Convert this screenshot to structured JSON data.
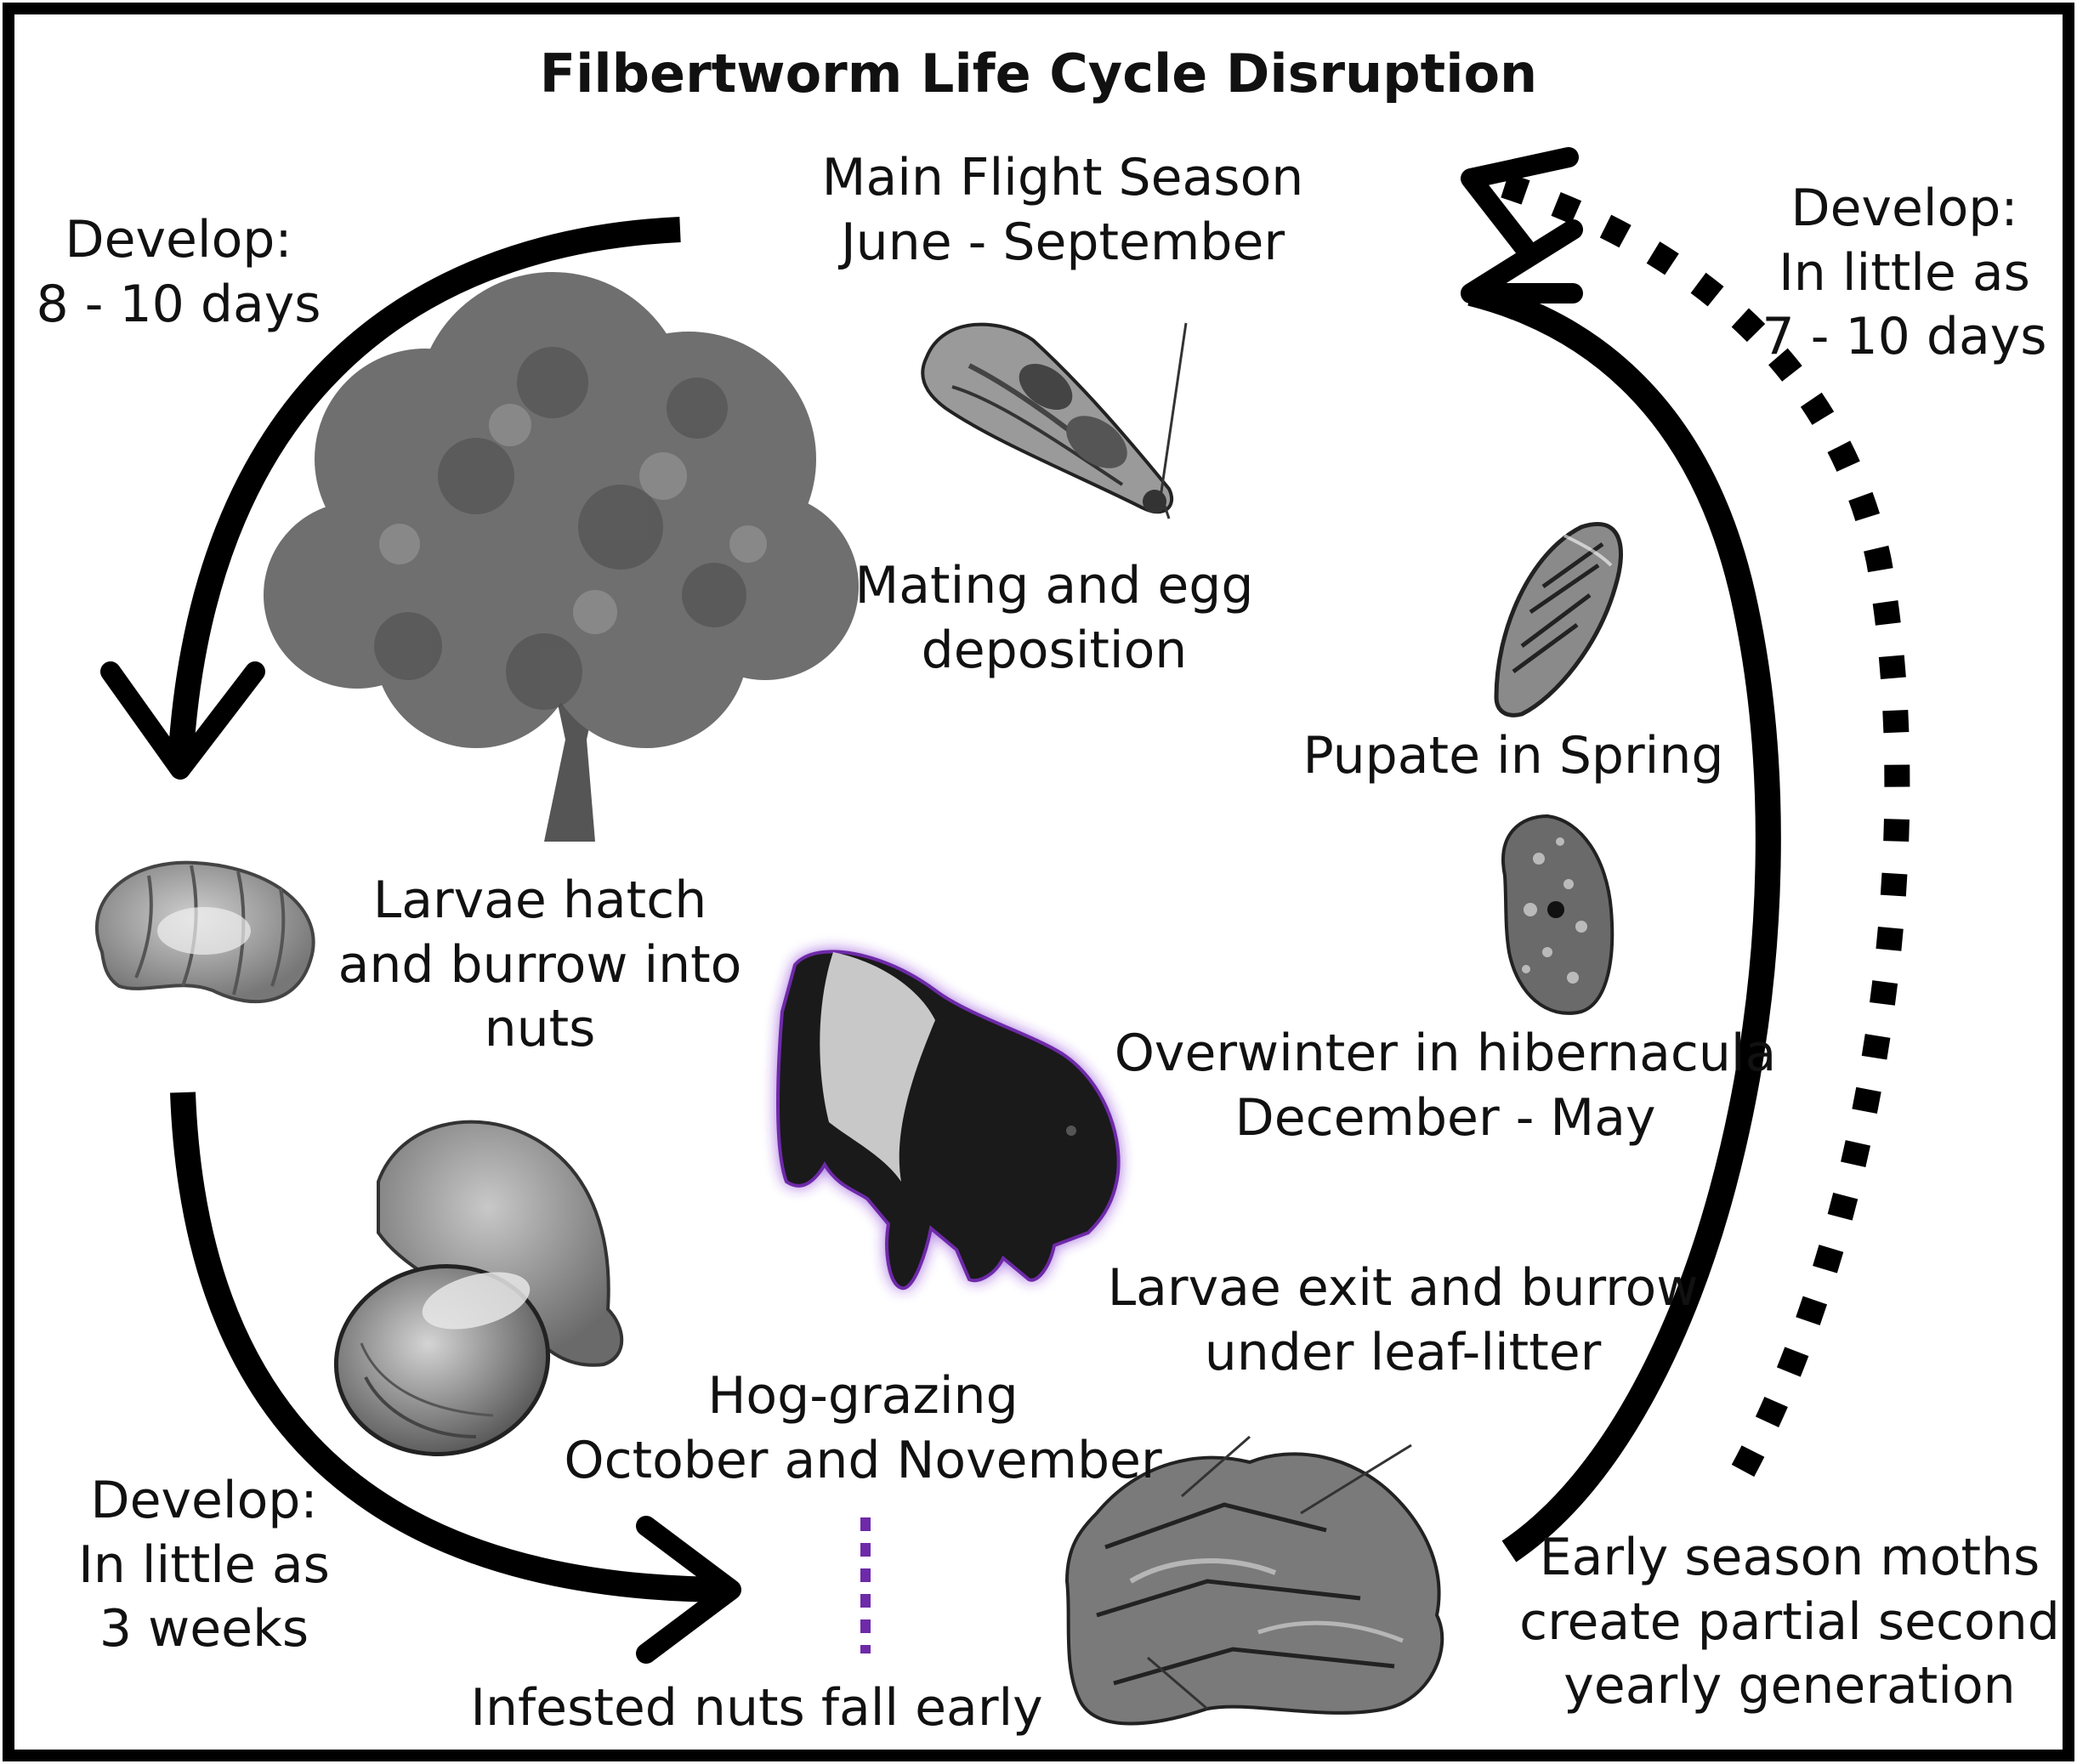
{
  "title": "Filbertworm Life Cycle Disruption",
  "labels": {
    "flight_season": [
      "Main Flight Season",
      "June - September"
    ],
    "develop_left_top": [
      "Develop:",
      "8 - 10 days"
    ],
    "develop_right_top": [
      "Develop:",
      "In little as",
      "7 - 10 days"
    ],
    "mating": [
      "Mating and egg",
      "deposition"
    ],
    "pupate": "Pupate in Spring",
    "larvae_hatch": [
      "Larvae hatch",
      "and burrow into",
      "nuts"
    ],
    "overwinter": [
      "Overwinter in hibernacula",
      "December - May"
    ],
    "larvae_exit": [
      "Larvae exit and burrow",
      "under leaf-litter"
    ],
    "hog_grazing": [
      "Hog-grazing",
      "October and November"
    ],
    "develop_left_bottom": [
      "Develop:",
      "In little as",
      "3 weeks"
    ],
    "infested_nuts": "Infested nuts fall early",
    "early_season": [
      "Early season moths",
      "create partial second",
      "yearly generation"
    ]
  },
  "colors": {
    "ink": "#000000",
    "hog_glow": "#8a3fd6",
    "hog_dots": "#6e2aa8",
    "frame": "#000000"
  },
  "icons": [
    "moth-icon",
    "tree-icon",
    "larva-icon",
    "hazelnut-icon",
    "hog-icon",
    "pupa-icon",
    "hibernaculum-icon",
    "leaf-litter-icon"
  ]
}
